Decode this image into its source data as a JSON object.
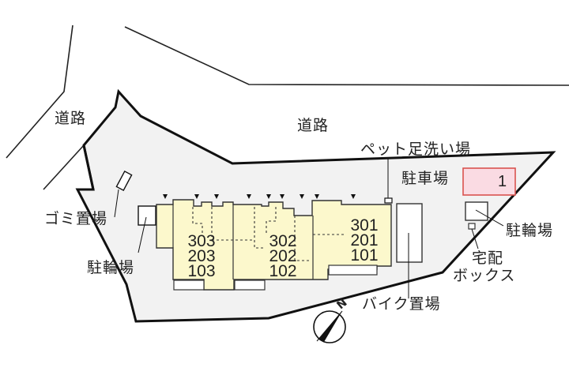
{
  "labels": {
    "road_west": "道路",
    "road_north": "道路",
    "pet_wash": "ペット足洗い場",
    "parking": "駐車場",
    "garbage": "ゴミ置場",
    "bicycle_west": "駐輪場",
    "bicycle_east": "駐輪場",
    "delivery_box_line1": "宅配",
    "delivery_box_line2": "ボックス",
    "motorbike": "バイク置場",
    "north": "N"
  },
  "parking_spaces": [
    {
      "number": "1"
    }
  ],
  "units": {
    "west": [
      "303",
      "203",
      "103"
    ],
    "middle": [
      "302",
      "202",
      "102"
    ],
    "east": [
      "301",
      "201",
      "101"
    ]
  },
  "colors": {
    "site_fill": "#f2f2f2",
    "building_fill": "#fcf8cc",
    "parking_fill": "#fadbe3",
    "parking_border": "#d9534f",
    "line": "#111111"
  }
}
